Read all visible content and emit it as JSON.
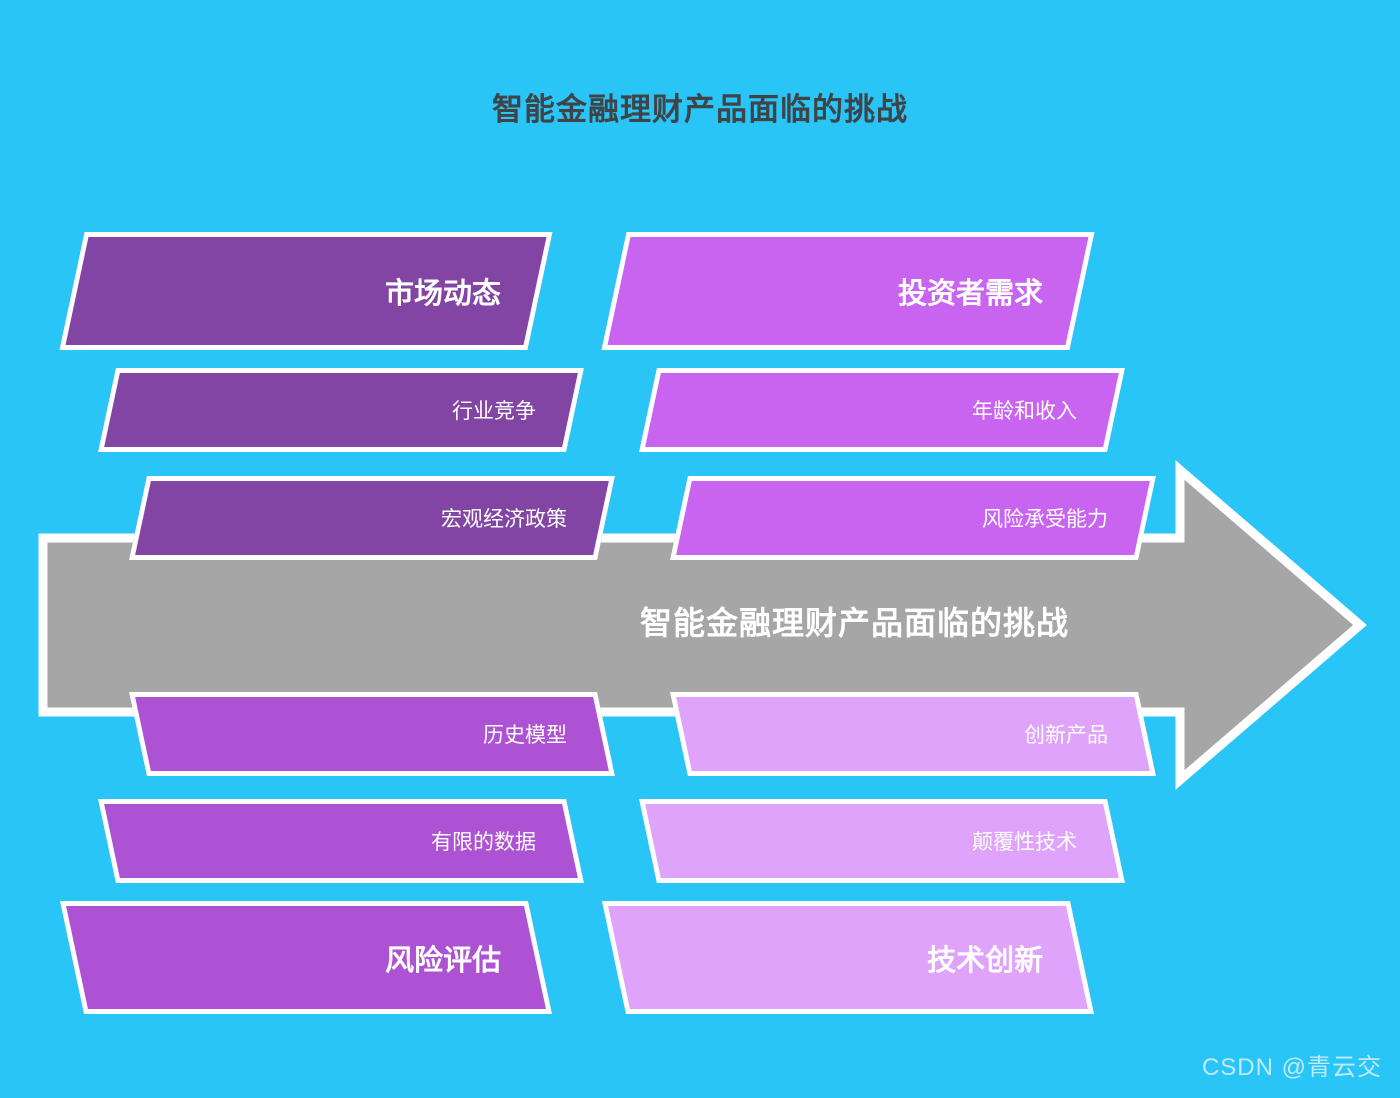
{
  "page": {
    "title": "智能金融理财产品面临的挑战",
    "background_color": "#29C5F6",
    "watermark": "CSDN @青云交"
  },
  "arrow": {
    "label": "智能金融理财产品面临的挑战",
    "color": "#A6A6A6",
    "outline_color": "#FFFFFF"
  },
  "groups": {
    "top_left": {
      "color": "#8245A3",
      "items": [
        {
          "label": "市场动态",
          "role": "header"
        },
        {
          "label": "行业竞争",
          "role": "item"
        },
        {
          "label": "宏观经济政策",
          "role": "item"
        }
      ]
    },
    "top_right": {
      "color": "#C964F0",
      "items": [
        {
          "label": "投资者需求",
          "role": "header"
        },
        {
          "label": "年龄和收入",
          "role": "item"
        },
        {
          "label": "风险承受能力",
          "role": "item"
        }
      ]
    },
    "bottom_left": {
      "color": "#AE52D4",
      "items": [
        {
          "label": "历史模型",
          "role": "item"
        },
        {
          "label": "有限的数据",
          "role": "item"
        },
        {
          "label": "风险评估",
          "role": "header"
        }
      ]
    },
    "bottom_right": {
      "color": "#DFA3FB",
      "items": [
        {
          "label": "创新产品",
          "role": "item"
        },
        {
          "label": "颠覆性技术",
          "role": "item"
        },
        {
          "label": "技术创新",
          "role": "header"
        }
      ]
    }
  }
}
